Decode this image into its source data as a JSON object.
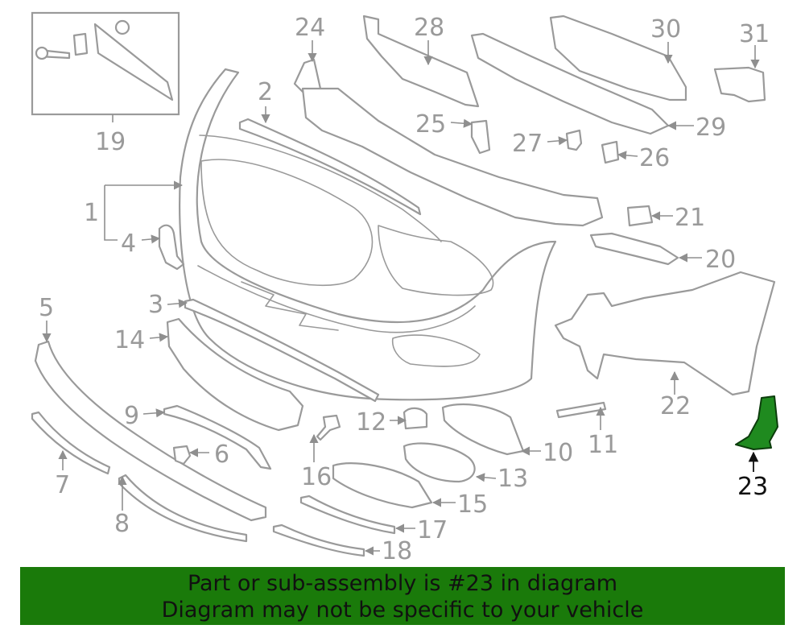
{
  "callouts": {
    "c1": "1",
    "c2": "2",
    "c3": "3",
    "c4": "4",
    "c5": "5",
    "c6": "6",
    "c7": "7",
    "c8": "8",
    "c9": "9",
    "c10": "10",
    "c11": "11",
    "c12": "12",
    "c13": "13",
    "c14": "14",
    "c15": "15",
    "c16": "16",
    "c17": "17",
    "c18": "18",
    "c19": "19",
    "c20": "20",
    "c21": "21",
    "c22": "22",
    "c23": "23",
    "c24": "24",
    "c25": "25",
    "c26": "26",
    "c27": "27",
    "c28": "28",
    "c29": "29",
    "c30": "30",
    "c31": "31"
  },
  "highlighted_part": "23",
  "colors": {
    "highlight": "#1f8a1f",
    "banner": "#1a7a0a",
    "linework": "#9a9a9a"
  },
  "banner": {
    "line1": "Part or sub-assembly is #23 in diagram",
    "line2": "Diagram may not be specific to your vehicle"
  }
}
